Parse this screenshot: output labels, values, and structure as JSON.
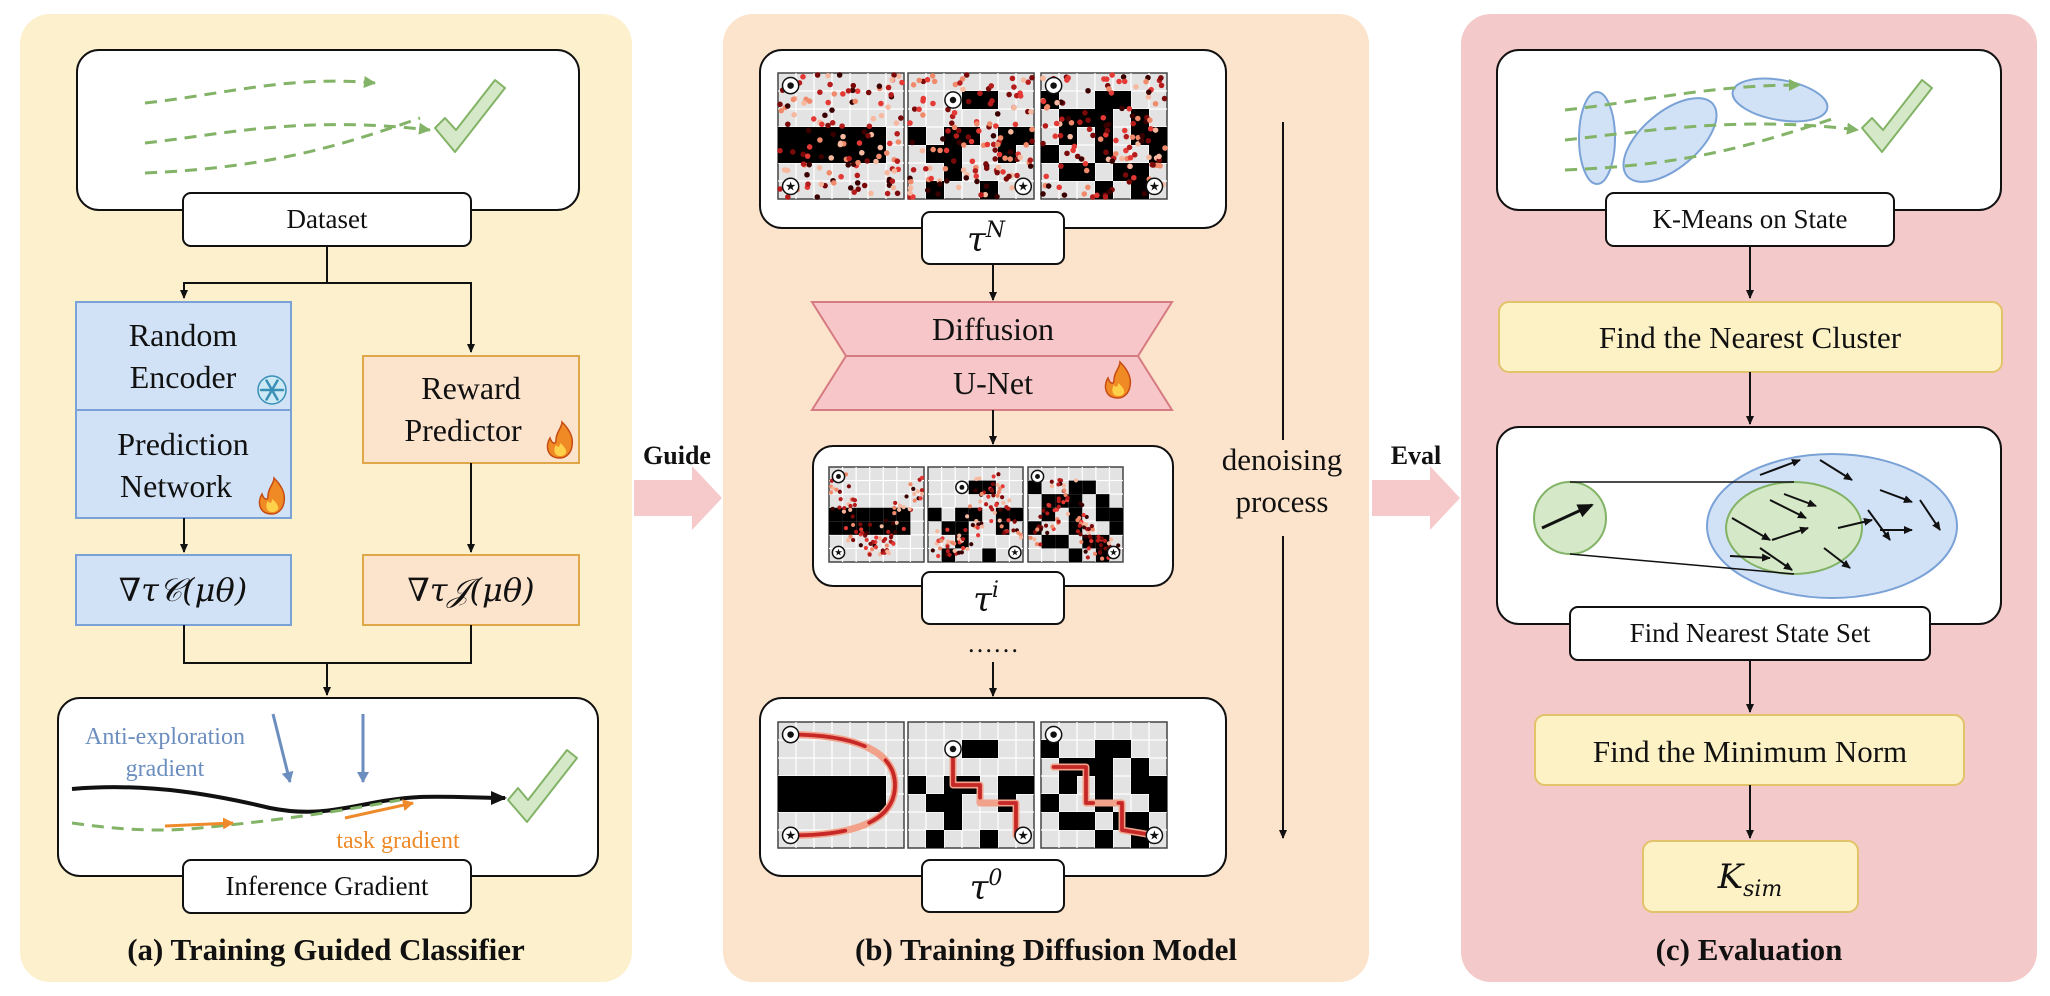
{
  "colors": {
    "panel_a": "#FDF0CD",
    "panel_b": "#FCE3CB",
    "panel_c": "#F4C9C9",
    "blue_fill": "#D2E2F6",
    "blue_stroke": "#7AA2D6",
    "orange_fill": "#FCE3CC",
    "orange_stroke": "#E0A64A",
    "unet_fill": "#F6C6C8",
    "unet_stroke": "#D77B82",
    "yellow_fill": "#FDF2C6",
    "yellow_stroke": "#E3C36A",
    "green": "#82B366",
    "arrow_pink": "#F6CACA",
    "anti_grad": "#6C8EBF",
    "task_grad": "#EE8A2A"
  },
  "panel_a": {
    "dataset_label": "Dataset",
    "random_encoder": [
      "Random",
      "Encoder"
    ],
    "prediction_network": [
      "Prediction",
      "Network"
    ],
    "reward_predictor": [
      "Reward",
      "Predictor"
    ],
    "grad_c": "∇τ𝒞(μθ)",
    "grad_j": "∇τ𝒥(μθ)",
    "anti_exploration": [
      "Anti-exploration",
      "gradient"
    ],
    "task_gradient": "task gradient",
    "inference_gradient": "Inference Gradient",
    "caption": "(a) Training Guided Classifier",
    "icons": [
      "snowflake-icon",
      "flame-icon",
      "checkmark-icon"
    ]
  },
  "guide_label": "Guide",
  "eval_label": "Eval",
  "panel_b": {
    "tau_n": "τ",
    "tau_n_sup": "N",
    "diffusion": "Diffusion",
    "unet": "U-Net",
    "tau_i": "τ",
    "tau_i_sup": "i",
    "dots": "……",
    "tau_0": "τ",
    "tau_0_sup": "0",
    "denoising": [
      "denoising",
      "process"
    ],
    "caption": "(b) Training Diffusion Model"
  },
  "panel_c": {
    "kmeans": "K-Means on State",
    "nearest_cluster": "Find the Nearest Cluster",
    "nearest_state_set": "Find Nearest State Set",
    "minimum_norm": "Find the Minimum Norm",
    "ksim": "K",
    "ksim_sub": "sim",
    "caption": "(c) Evaluation"
  }
}
